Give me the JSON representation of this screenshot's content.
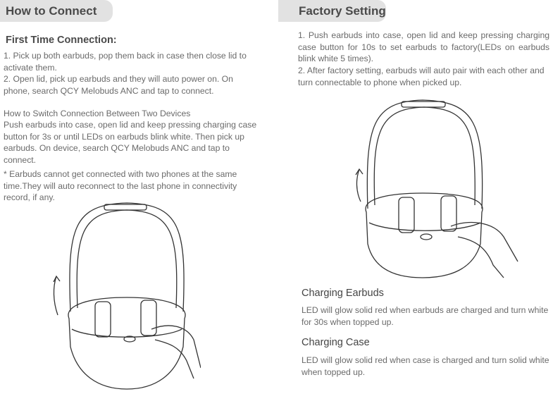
{
  "left": {
    "title": "How to Connect",
    "first_time_heading": "First Time Connection:",
    "step1": "1. Pick up both earbuds, pop them back in case then close lid to activate them.",
    "step2": "2. Open lid, pick up earbuds and they will auto power on. On phone, search QCY Melobuds ANC and tap to connect.",
    "switch_heading": "How to Switch Connection Between Two Devices",
    "switch_text": "Push earbuds into case, open lid and keep pressing charging case button for 3s or until LEDs on earbuds blink white. Then  pick up earbuds. On device, search QCY Melobuds ANC and tap to connect.",
    "note": "* Earbuds cannot get connected with two phones at the same time.They will auto reconnect to the last phone in connectivity record, if any."
  },
  "right": {
    "title": "Factory Setting",
    "step1": "1. Push earbuds into case, open lid and keep pressing charging case button for 10s to set earbuds to factory(LEDs on earbuds blink white 5 times).",
    "step2": "2. After factory setting, earbuds will auto pair with each other and turn connectable to phone when picked up.",
    "charging_earbuds_heading": "Charging Earbuds",
    "charging_earbuds_text": "LED will glow solid red when earbuds are charged and turn white for 30s when topped up.",
    "charging_case_heading": "Charging Case",
    "charging_case_text": "LED will glow solid red when case is charged and turn solid white when topped up."
  }
}
